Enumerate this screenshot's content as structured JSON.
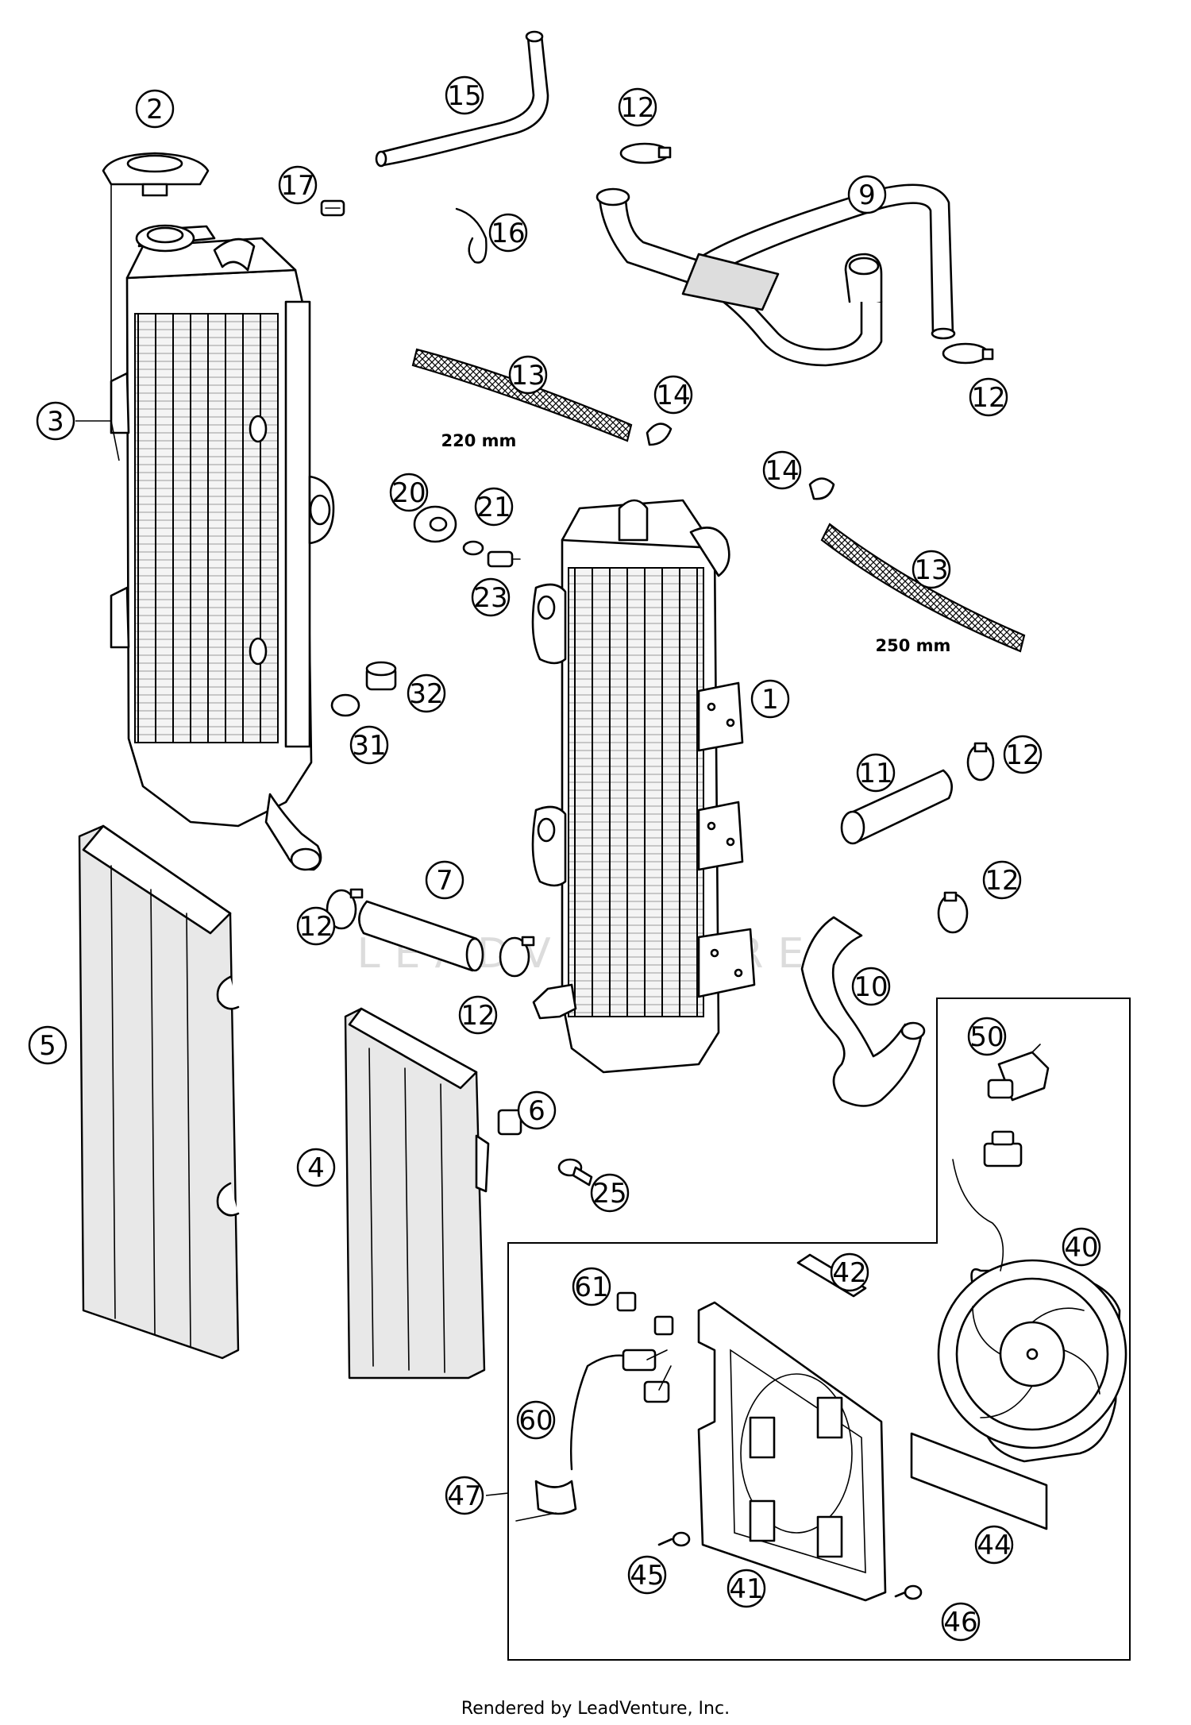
{
  "footer": {
    "text": "Rendered by LeadVenture, Inc."
  },
  "watermark": {
    "text": "LEADVENTURE"
  },
  "dimensions": {
    "hose_13_upper": "220 mm",
    "hose_13_lower": "250 mm"
  },
  "callouts": {
    "c1": "1",
    "c2": "2",
    "c3": "3",
    "c4": "4",
    "c5": "5",
    "c6": "6",
    "c7": "7",
    "c9": "9",
    "c10": "10",
    "c11": "11",
    "c12a": "12",
    "c12b": "12",
    "c12c": "12",
    "c12d": "12",
    "c12e": "12",
    "c12f": "12",
    "c13a": "13",
    "c13b": "13",
    "c14a": "14",
    "c14b": "14",
    "c15": "15",
    "c16": "16",
    "c17": "17",
    "c20": "20",
    "c21": "21",
    "c23": "23",
    "c25": "25",
    "c31": "31",
    "c32": "32",
    "c40": "40",
    "c41": "41",
    "c42": "42",
    "c44": "44",
    "c45": "45",
    "c46": "46",
    "c47": "47",
    "c50": "50",
    "c60": "60",
    "c61": "61"
  }
}
